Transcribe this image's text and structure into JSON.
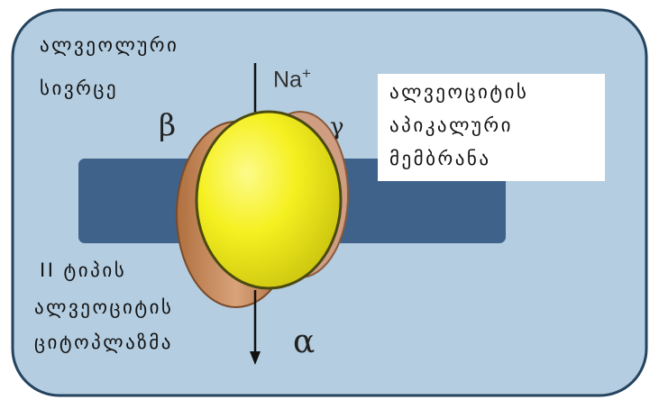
{
  "ion": {
    "symbol": "Na",
    "charge": "+"
  },
  "labels": {
    "alveolar_space": [
      "ალვეოლური",
      "სივრცე"
    ],
    "apical_membrane": [
      "ალვეოციტის",
      "აპიკალური",
      "მემბრანა"
    ],
    "cytoplasm": [
      "II ტიპის",
      "ალვეოციტის",
      "ციტოპლაზმა"
    ]
  },
  "subunits": {
    "alpha": "α",
    "beta": "β",
    "gamma": "γ"
  },
  "colors": {
    "background_panel": "#b4cde0",
    "panel_border": "#24435e",
    "membrane": "#3e6289",
    "channel_alpha": "#f7f228",
    "channel_beta": "#cd8f63",
    "channel_gamma": "#cf9e82",
    "arrow": "#111111"
  }
}
